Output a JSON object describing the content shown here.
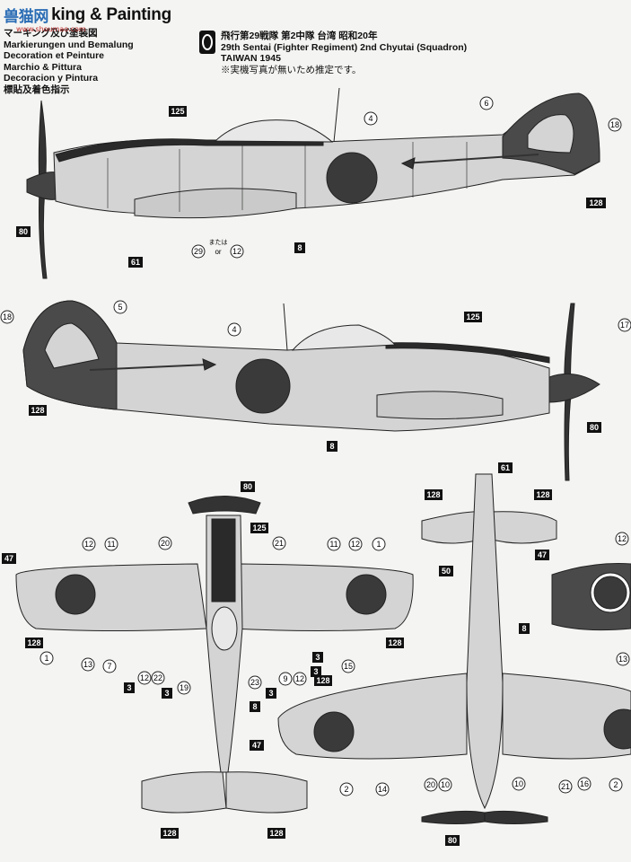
{
  "header": {
    "watermark": "兽猫网",
    "watermark_url": "www.shoumao.com",
    "title_suffix": "king & Painting",
    "languages": [
      "マーキング及び塗装図",
      "Markierungen und Bemalung",
      "Decoration et Peinture",
      "Marchio & Pittura",
      "Decoracion y Pintura",
      "標貼及着色指示"
    ]
  },
  "scheme": {
    "line_jp": "飛行第29戦隊 第2中隊 台湾 昭和20年",
    "line_en": "29th Sentai (Fighter Regiment) 2nd Chyutai (Squadron)",
    "line_place": "TAIWAN 1945",
    "note": "※実機写真が無いため推定です。"
  },
  "side_top": {
    "callouts_circle": [
      "6",
      "4",
      "18",
      "29",
      "12"
    ],
    "callouts_box": [
      "125",
      "80",
      "61",
      "8",
      "128"
    ],
    "or_label_jp": "または",
    "or_label": "or"
  },
  "side_bottom": {
    "callouts_circle": [
      "18",
      "5",
      "4",
      "17"
    ],
    "callouts_box": [
      "125",
      "128",
      "8",
      "80",
      "61"
    ]
  },
  "top_view": {
    "callouts_circle": [
      "12",
      "11",
      "20",
      "21",
      "11",
      "12",
      "1",
      "1",
      "13",
      "7",
      "12",
      "22",
      "19",
      "23",
      "9",
      "12",
      "15",
      "13",
      "2",
      "14",
      "20",
      "10",
      "10",
      "21",
      "16",
      "2",
      "12"
    ],
    "callouts_box": [
      "80",
      "125",
      "47",
      "50",
      "128",
      "128",
      "3",
      "3",
      "3",
      "3",
      "3",
      "8",
      "47",
      "128",
      "128",
      "128",
      "128",
      "8",
      "47",
      "128",
      "80"
    ]
  },
  "colors": {
    "paper": "#f4f4f2",
    "aircraft_grey": "#cfd0cf",
    "tail_dark": "#4a4a4a",
    "hinomaru": "#3a3a3a",
    "line": "#222222"
  }
}
